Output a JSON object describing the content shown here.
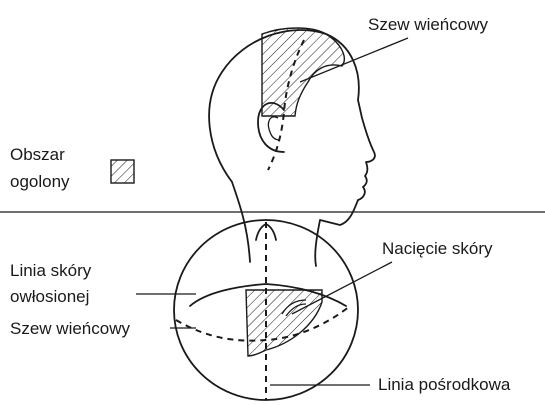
{
  "side_view": {
    "label_coronal_suture": "Szew wieńcowy",
    "legend_label_line1": "Obszar",
    "legend_label_line2": "ogolony"
  },
  "top_view": {
    "label_hairline_line1": "Linia skóry",
    "label_hairline_line2": "owłosionej",
    "label_coronal_suture": "Szew wieńcowy",
    "label_skin_incision": "Nacięcie skóry",
    "label_midline": "Linia pośrodkowa"
  }
}
